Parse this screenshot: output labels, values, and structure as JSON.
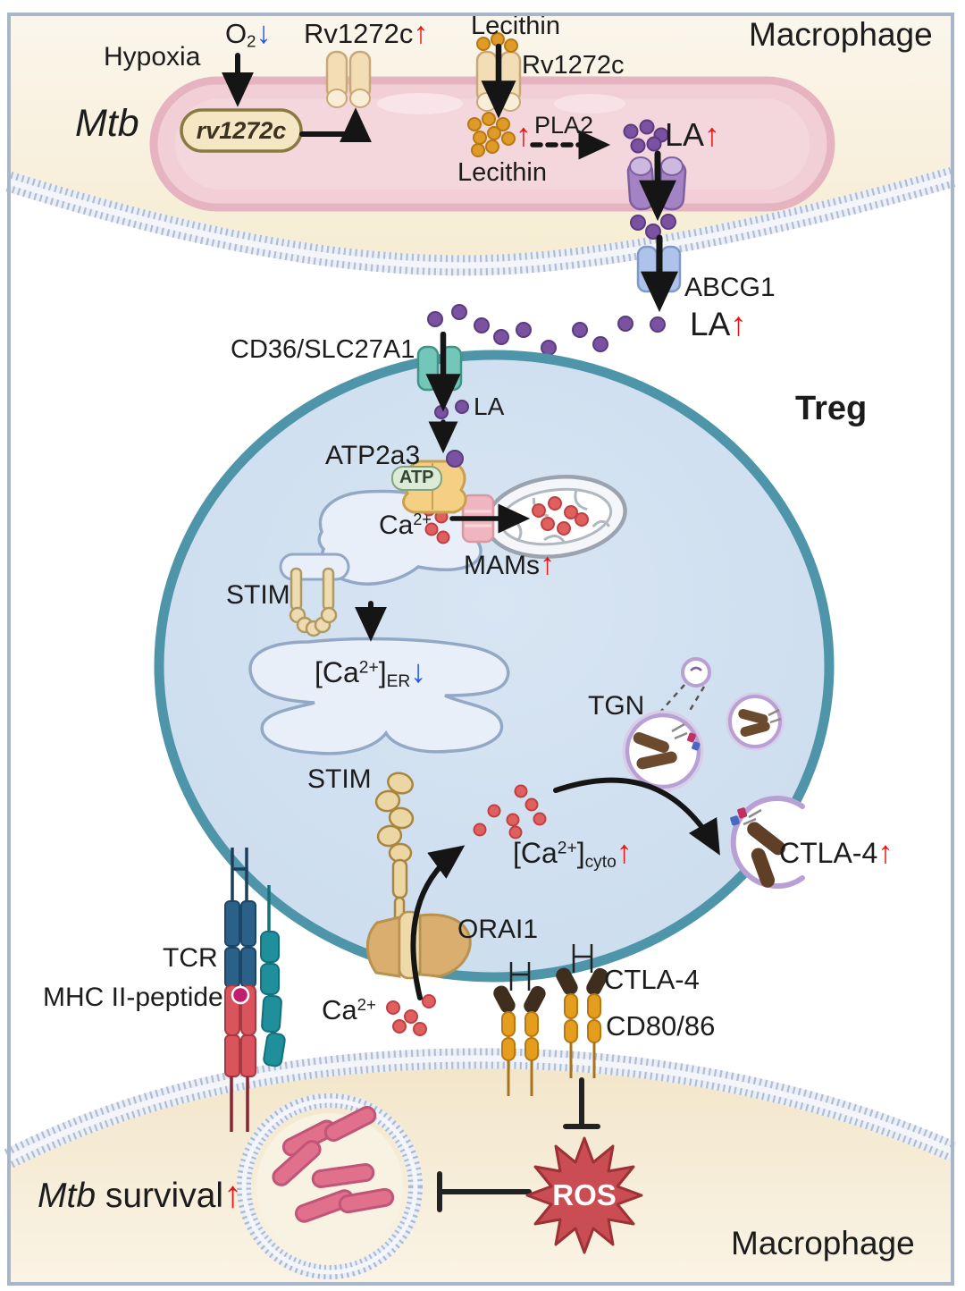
{
  "colors": {
    "accent_red": "#ec1515",
    "accent_blue": "#2255ec",
    "macrophage_fill": "#f8f0dc",
    "mtb_fill": "#f2cfd7",
    "treg_fill": "#cfdfef",
    "treg_border": "#4f95aa",
    "ros_fill": "#c94d52",
    "membrane": "#a3b5cf",
    "purple_dot": "#7b52a2",
    "orange_dot": "#e09a28",
    "calcium_dot": "#e05f5f"
  },
  "macrophage_top": {
    "title": "Macrophage",
    "hypoxia": "Hypoxia",
    "o2": {
      "base": "O",
      "sub": "2",
      "arrow": "↓"
    },
    "rv1272c_up": {
      "text": "Rv1272c",
      "arrow": "↑"
    },
    "lecithin_top": "Lecithin",
    "rv1272c_transporter": "Rv1272c"
  },
  "mtb_cell": {
    "label": "Mtb",
    "gene": "rv1272c",
    "lecithin_inner": "Lecithin",
    "lecithin_arrow": "↑",
    "pla2": "PLA2",
    "la": {
      "text": "LA",
      "arrow": "↑"
    }
  },
  "gap": {
    "abcg1": "ABCG1",
    "la": {
      "text": "LA",
      "arrow": "↑"
    }
  },
  "treg": {
    "title": "Treg",
    "cd36": "CD36/SLC27A1",
    "la": "LA",
    "atp2a3": "ATP2a3",
    "atp": "ATP",
    "ca": {
      "base": "Ca",
      "sup": "2+"
    },
    "mams": {
      "text": "MAMs",
      "arrow": "↑"
    },
    "stim_upper": "STIM",
    "ca_er": {
      "pre": "[Ca",
      "sup": "2+",
      "post": "]",
      "sub": "ER",
      "arrow": "↓"
    },
    "stim_lower": "STIM",
    "tgn": "TGN",
    "ca_cyto": {
      "pre": "[Ca",
      "sup": "2+",
      "post": "]",
      "sub": "cyto",
      "arrow": "↑"
    },
    "ctla4_up": {
      "text": "CTLA-4",
      "arrow": "↑"
    },
    "orai1": "ORAI1"
  },
  "synapse": {
    "tcr": "TCR",
    "mhc": "MHC II-peptide",
    "ca_out": {
      "base": "Ca",
      "sup": "2+"
    },
    "ctla4": "CTLA-4",
    "cd8086": "CD80/86"
  },
  "macrophage_bottom": {
    "title": "Macrophage",
    "mtb_survival": {
      "italic": "Mtb",
      "rest": " survival",
      "arrow": "↑"
    },
    "ros": "ROS"
  }
}
